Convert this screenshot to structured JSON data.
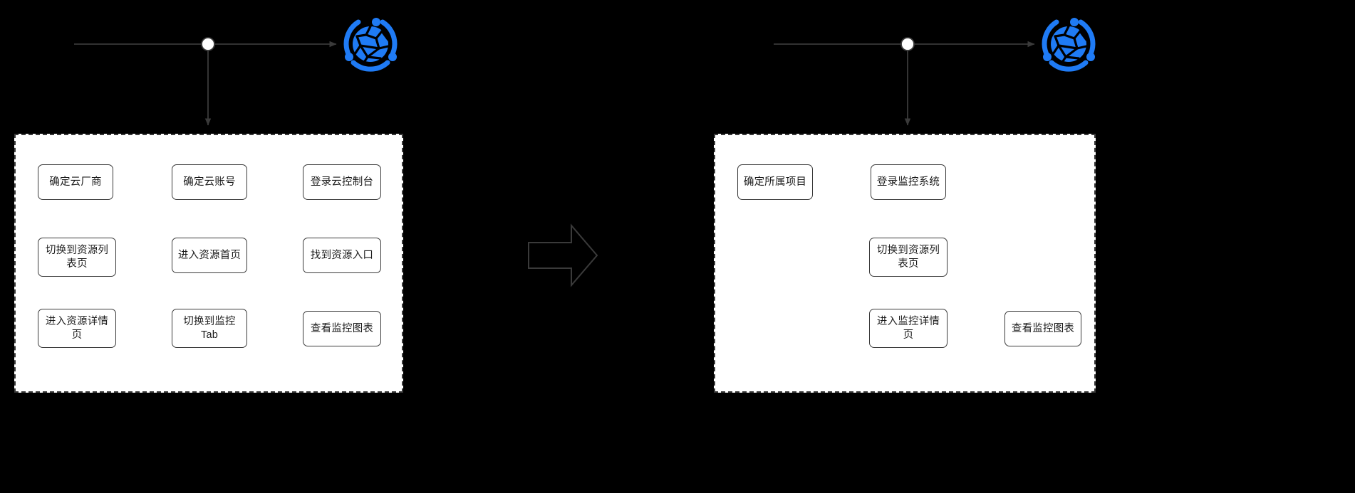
{
  "canvas": {
    "background_color": "#000000",
    "panel_background": "#ffffff",
    "stroke_color": "#3a3a3a",
    "accent_color": "#1f7bf5"
  },
  "left_flow": {
    "panel_name": "cloud-console-monitoring-flow",
    "nodes": [
      {
        "id": "n1",
        "label": "确定云厂商"
      },
      {
        "id": "n2",
        "label": "确定云账号"
      },
      {
        "id": "n3",
        "label": "登录云控制台"
      },
      {
        "id": "n4",
        "label": "找到资源入口"
      },
      {
        "id": "n5",
        "label": "进入资源首页"
      },
      {
        "id": "n6",
        "label": "切换到资源列\n表页"
      },
      {
        "id": "n7",
        "label": "进入资源详情\n页"
      },
      {
        "id": "n8",
        "label": "切换到监控\nTab"
      },
      {
        "id": "n9",
        "label": "查看监控图表"
      }
    ]
  },
  "right_flow": {
    "panel_name": "unified-monitoring-flow",
    "nodes": [
      {
        "id": "m1",
        "label": "确定所属项目"
      },
      {
        "id": "m2",
        "label": "登录监控系统"
      },
      {
        "id": "m3",
        "label": "切换到资源列\n表页"
      },
      {
        "id": "m4",
        "label": "进入监控详情\n页"
      },
      {
        "id": "m5",
        "label": "查看监控图表"
      }
    ]
  },
  "connectors": {
    "top_left_line_name": "top-left-connector",
    "top_right_line_name": "top-right-connector",
    "transform_arrow_name": "transform-block-arrow"
  },
  "icons": {
    "globe_logo": "blue-globe-network-icon",
    "junction": "circle-junction-icon",
    "transform": "block-arrow-right-icon"
  }
}
